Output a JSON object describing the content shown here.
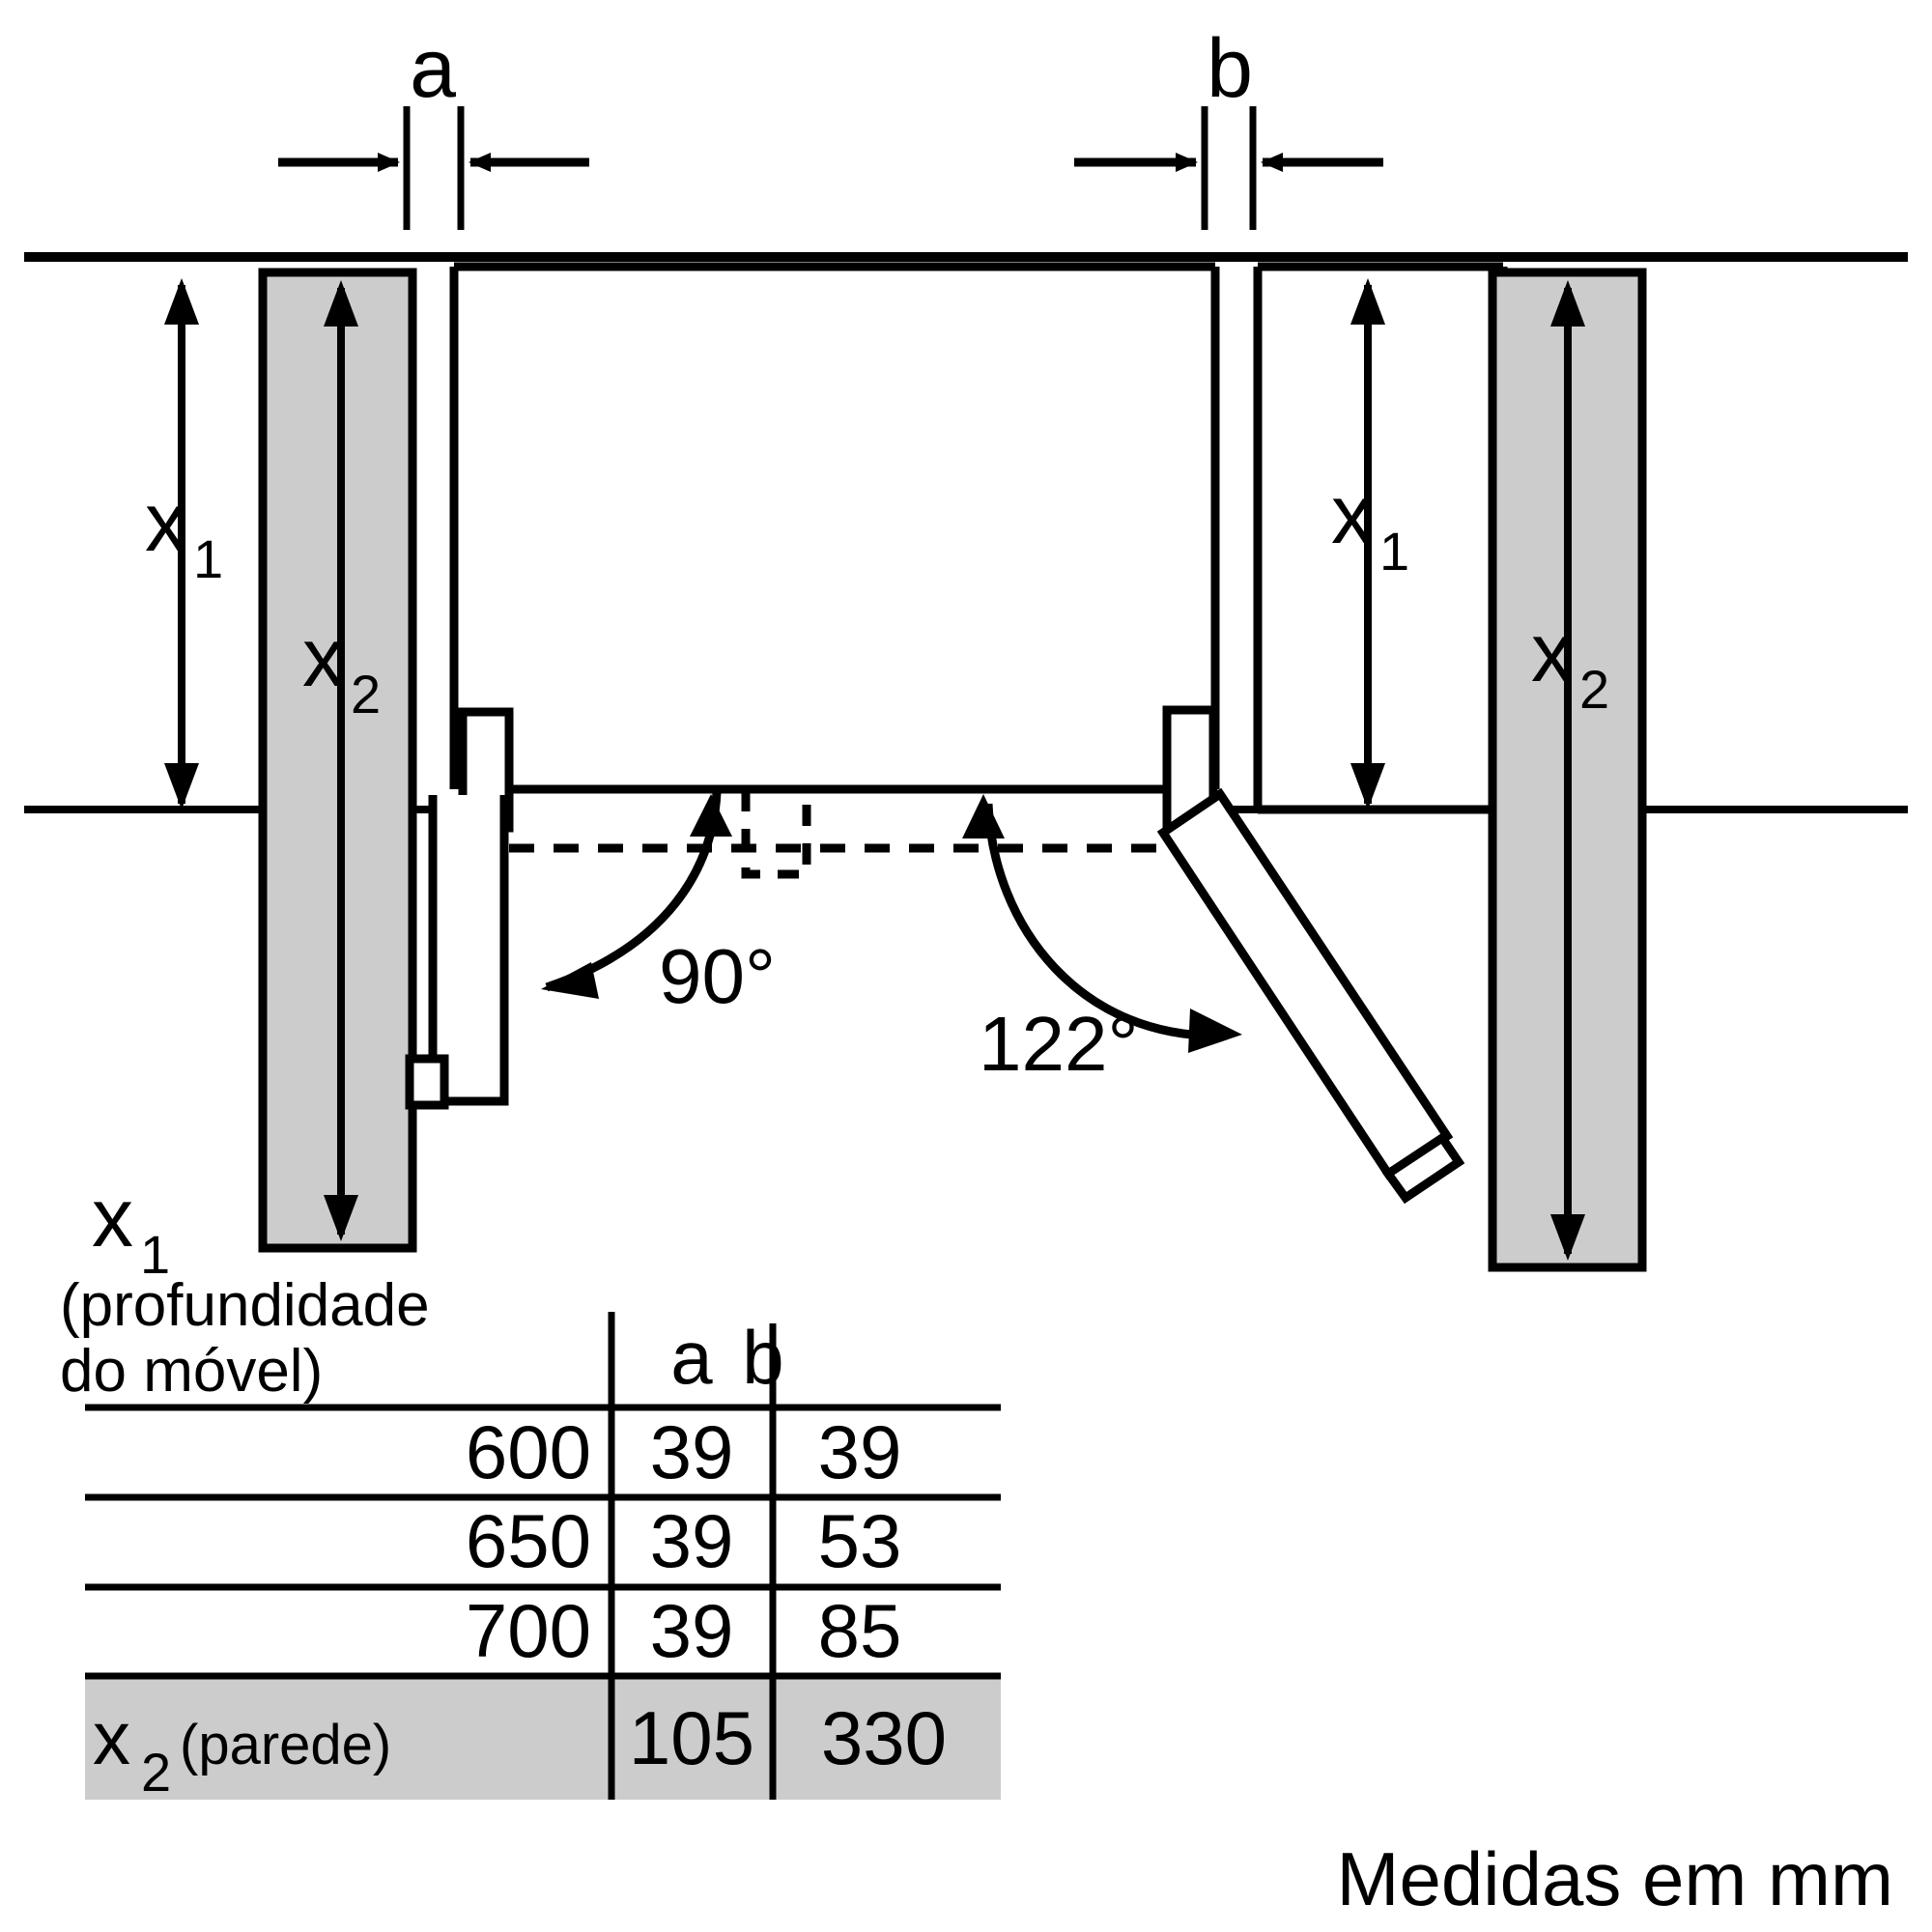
{
  "diagram": {
    "title_dimension_labels": {
      "a": "a",
      "b": "b"
    },
    "depth_labels": {
      "x1_left": "x",
      "x1_left_sub": "1",
      "x2_left": "x",
      "x2_left_sub": "2",
      "x1_right": "x",
      "x1_right_sub": "1",
      "x2_right": "x",
      "x2_right_sub": "2"
    },
    "angles": {
      "left_door": "90°",
      "right_door": "122°"
    },
    "legend": {
      "x1_symbol": "x",
      "x1_sub": "1",
      "line1": "(profundidade",
      "line2": "do móvel)"
    },
    "footer_note": "Medidas em mm",
    "colors": {
      "wall_fill": "#cccccc",
      "stroke": "#000000",
      "background": "#ffffff"
    }
  },
  "table": {
    "column_headers": [
      "",
      "a",
      "b"
    ],
    "rows": [
      {
        "depth": "600",
        "a": "39",
        "b": "39",
        "highlight": false
      },
      {
        "depth": "650",
        "a": "39",
        "b": "53",
        "highlight": false
      },
      {
        "depth": "700",
        "a": "39",
        "b": "85",
        "highlight": false
      }
    ],
    "wall_row": {
      "label_symbol": "x",
      "label_sub": "2",
      "label_paren": "(parede)",
      "a": "105",
      "b": "330",
      "highlight": true
    }
  }
}
